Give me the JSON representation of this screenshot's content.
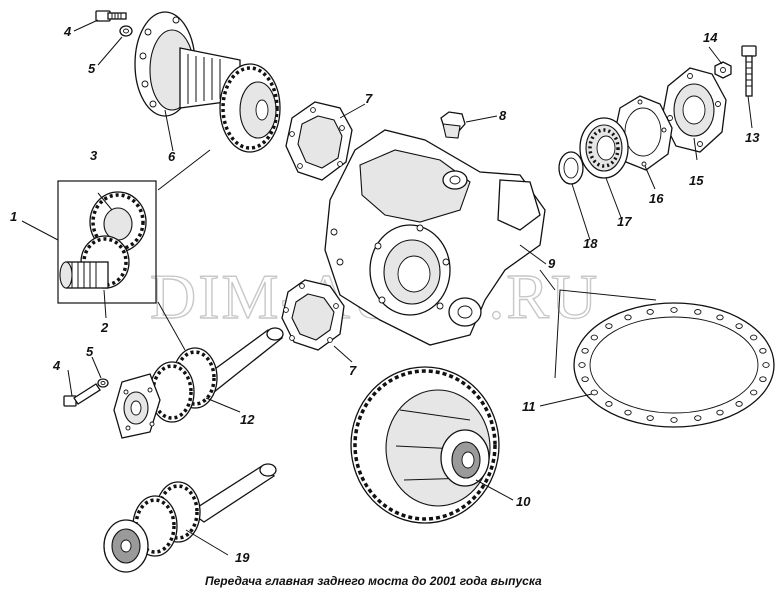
{
  "caption": "Передача главная заднего моста до 2001 года выпуска",
  "watermark": "DIM-AUTO.RU",
  "callouts": [
    "1",
    "2",
    "3",
    "4",
    "5",
    "6",
    "7",
    "8",
    "9",
    "10",
    "11",
    "12",
    "13",
    "14",
    "15",
    "16",
    "17",
    "18",
    "19"
  ],
  "duplicate_callouts": [
    "4",
    "5",
    "7"
  ]
}
